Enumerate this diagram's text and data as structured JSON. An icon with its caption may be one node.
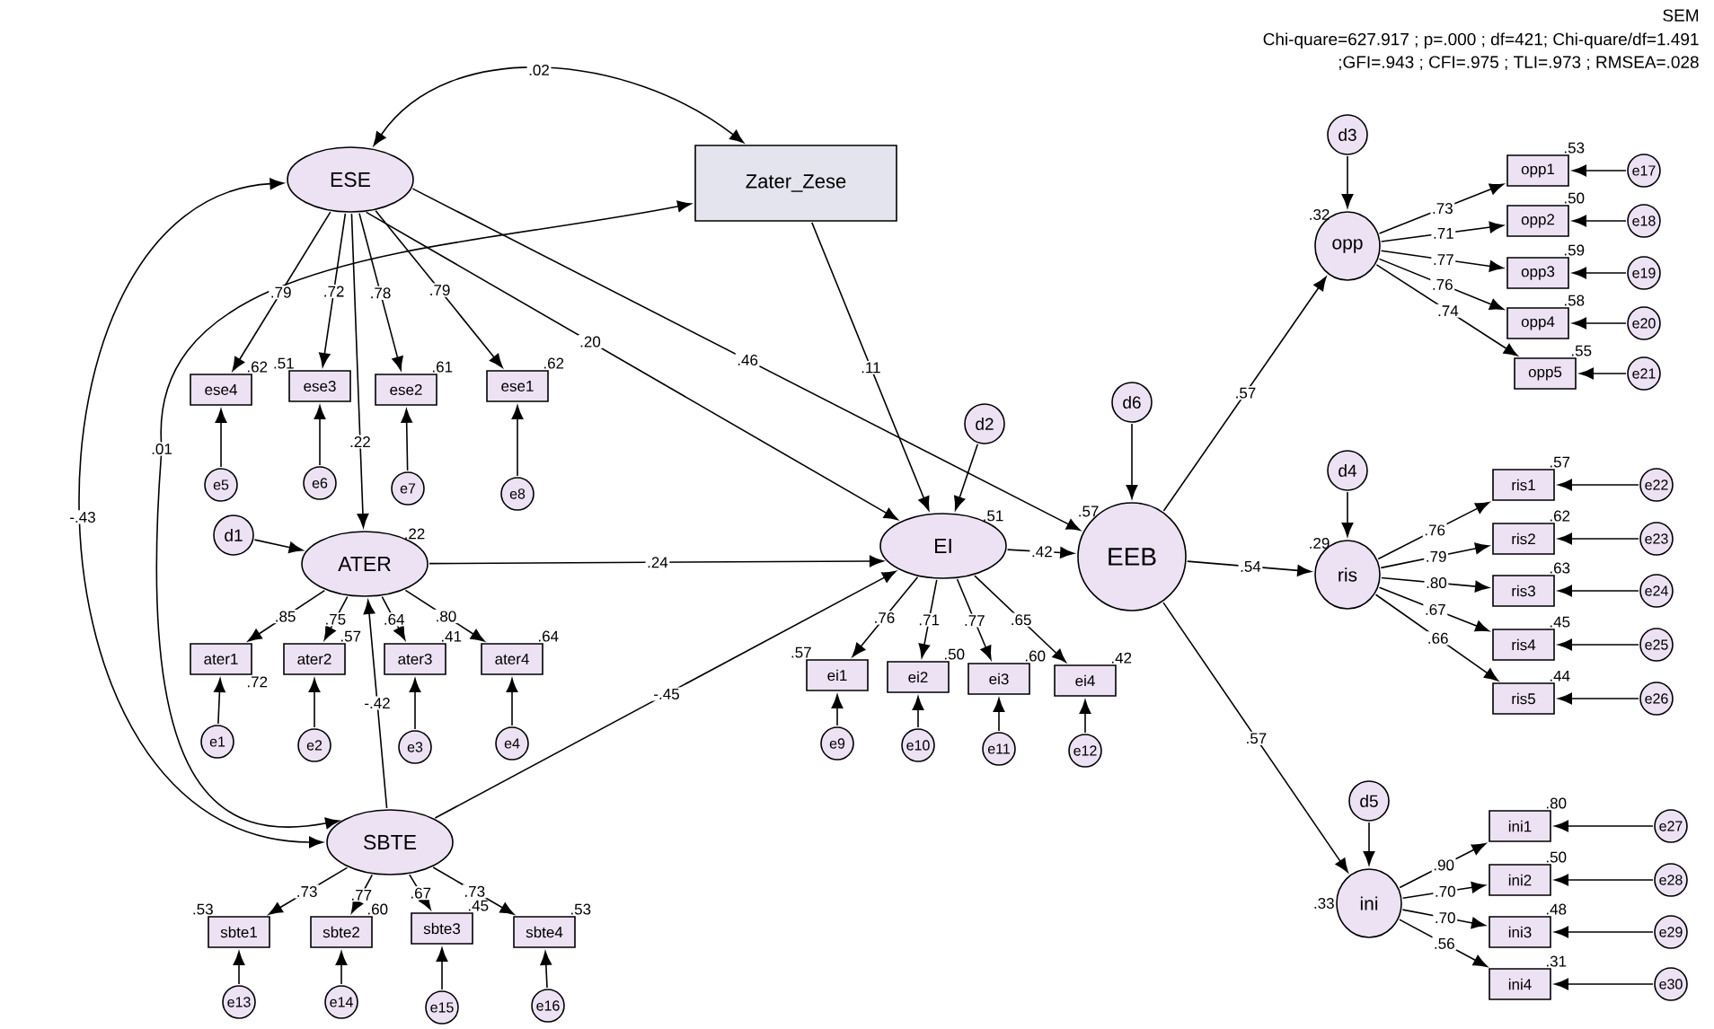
{
  "diagram": {
    "title": "SEM",
    "labels": [
      "Chi-quare=627.917 ; p=.000 ; df=421; Chi-quare/df=1.491",
      ";GFI=.943 ; CFI=.975 ; TLI=.973 ; RMSEA=.028"
    ],
    "nodes": [
      {
        "text": [
          "ESE"
        ]
      },
      {
        "text": [
          "Zater_Zese"
        ]
      },
      {
        "text": [
          "ese4"
        ],
        "beside": [
          ".62"
        ]
      },
      {
        "text": [
          "ese3"
        ],
        "beside": [
          ".51"
        ]
      },
      {
        "text": [
          "ese2"
        ],
        "beside": [
          ".61"
        ]
      },
      {
        "text": [
          "ese1"
        ],
        "beside": [
          ".62"
        ]
      },
      {
        "text": [
          "e5"
        ]
      },
      {
        "text": [
          "e6"
        ]
      },
      {
        "text": [
          "e7"
        ]
      },
      {
        "text": [
          "e8"
        ]
      },
      {
        "text": [
          "d1"
        ]
      },
      {
        "text": [
          "ATER"
        ],
        "beside": [
          ".22"
        ]
      },
      {
        "text": [
          "ater1"
        ],
        "beside": [
          ".72"
        ]
      },
      {
        "text": [
          "ater2"
        ],
        "beside": [
          ".57"
        ]
      },
      {
        "text": [
          "ater3"
        ],
        "beside": [
          ".41"
        ]
      },
      {
        "text": [
          "ater4"
        ],
        "beside": [
          ".64"
        ]
      },
      {
        "text": [
          "e1"
        ]
      },
      {
        "text": [
          "e2"
        ]
      },
      {
        "text": [
          "e3"
        ]
      },
      {
        "text": [
          "e4"
        ]
      },
      {
        "text": [
          "SBTE"
        ]
      },
      {
        "text": [
          "sbte1"
        ],
        "beside": [
          ".53"
        ]
      },
      {
        "text": [
          "sbte2"
        ],
        "beside": [
          ".60"
        ]
      },
      {
        "text": [
          "sbte3"
        ],
        "beside": [
          ".45"
        ]
      },
      {
        "text": [
          "sbte4"
        ],
        "beside": [
          ".53"
        ]
      },
      {
        "text": [
          "e13"
        ]
      },
      {
        "text": [
          "e14"
        ]
      },
      {
        "text": [
          "e15"
        ]
      },
      {
        "text": [
          "e16"
        ]
      },
      {
        "text": [
          "d2"
        ]
      },
      {
        "text": [
          "EI"
        ],
        "beside": [
          ".51"
        ]
      },
      {
        "text": [
          "ei1"
        ],
        "beside": [
          ".57"
        ]
      },
      {
        "text": [
          "ei2"
        ],
        "beside": [
          ".50"
        ]
      },
      {
        "text": [
          "ei3"
        ],
        "beside": [
          ".60"
        ]
      },
      {
        "text": [
          "ei4"
        ],
        "beside": [
          ".42"
        ]
      },
      {
        "text": [
          "e9"
        ]
      },
      {
        "text": [
          "e10"
        ]
      },
      {
        "text": [
          "e11"
        ]
      },
      {
        "text": [
          "e12"
        ]
      },
      {
        "text": [
          "d6"
        ]
      },
      {
        "text": [
          "EEB"
        ],
        "beside": [
          ".57"
        ]
      },
      {
        "text": [
          "d3"
        ]
      },
      {
        "text": [
          "opp"
        ],
        "beside": [
          ".32"
        ]
      },
      {
        "text": [
          "opp1"
        ],
        "beside": [
          ".53"
        ]
      },
      {
        "text": [
          "opp2"
        ],
        "beside": [
          ".50"
        ]
      },
      {
        "text": [
          "opp3"
        ],
        "beside": [
          ".59"
        ]
      },
      {
        "text": [
          "opp4"
        ],
        "beside": [
          ".58"
        ]
      },
      {
        "text": [
          "opp5"
        ],
        "beside": [
          ".55"
        ]
      },
      {
        "text": [
          "e17"
        ]
      },
      {
        "text": [
          "e18"
        ]
      },
      {
        "text": [
          "e19"
        ]
      },
      {
        "text": [
          "e20"
        ]
      },
      {
        "text": [
          "e21"
        ]
      },
      {
        "text": [
          "d4"
        ]
      },
      {
        "text": [
          "ris"
        ],
        "beside": [
          ".29"
        ]
      },
      {
        "text": [
          "ris1"
        ],
        "beside": [
          ".57"
        ]
      },
      {
        "text": [
          "ris2"
        ],
        "beside": [
          ".62"
        ]
      },
      {
        "text": [
          "ris3"
        ],
        "beside": [
          ".63"
        ]
      },
      {
        "text": [
          "ris4"
        ],
        "beside": [
          ".45"
        ]
      },
      {
        "text": [
          "ris5"
        ],
        "beside": [
          ".44"
        ]
      },
      {
        "text": [
          "e22"
        ]
      },
      {
        "text": [
          "e23"
        ]
      },
      {
        "text": [
          "e24"
        ]
      },
      {
        "text": [
          "e25"
        ]
      },
      {
        "text": [
          "e26"
        ]
      },
      {
        "text": [
          "d5"
        ]
      },
      {
        "text": [
          "ini"
        ],
        "beside": [
          ".33"
        ]
      },
      {
        "text": [
          "ini1"
        ],
        "beside": [
          ".80"
        ]
      },
      {
        "text": [
          "ini2"
        ],
        "beside": [
          ".50"
        ]
      },
      {
        "text": [
          "ini3"
        ],
        "beside": [
          ".48"
        ]
      },
      {
        "text": [
          "ini4"
        ],
        "beside": [
          ".31"
        ]
      },
      {
        "text": [
          "e27"
        ]
      },
      {
        "text": [
          "e28"
        ]
      },
      {
        "text": [
          "e29"
        ]
      },
      {
        "text": [
          "e30"
        ]
      }
    ],
    "edges": [
      {
        "from": 0,
        "to": 1,
        "arrow": "both",
        "label": ".02"
      },
      {
        "from": 0,
        "to": 2,
        "arrow": "to",
        "label": ".79"
      },
      {
        "from": 0,
        "to": 3,
        "arrow": "to",
        "label": ".72"
      },
      {
        "from": 0,
        "to": 4,
        "arrow": "to",
        "label": ".78"
      },
      {
        "from": 0,
        "to": 5,
        "arrow": "to",
        "label": ".79"
      },
      {
        "from": 6,
        "to": 2,
        "arrow": "to"
      },
      {
        "from": 7,
        "to": 3,
        "arrow": "to"
      },
      {
        "from": 8,
        "to": 4,
        "arrow": "to"
      },
      {
        "from": 9,
        "to": 5,
        "arrow": "to"
      },
      {
        "from": 0,
        "to": 11,
        "arrow": "to",
        "label": ".22"
      },
      {
        "from": 0,
        "to": 30,
        "arrow": "to",
        "label": ".20"
      },
      {
        "from": 0,
        "to": 40,
        "arrow": "to",
        "label": ".46"
      },
      {
        "from": 1,
        "to": 30,
        "arrow": "to",
        "label": ".11"
      },
      {
        "from": 1,
        "to": 20,
        "arrow": "both",
        "label": ".01"
      },
      {
        "from": 0,
        "to": 20,
        "arrow": "both",
        "label": "-.43"
      },
      {
        "from": 10,
        "to": 11,
        "arrow": "to"
      },
      {
        "from": 11,
        "to": 12,
        "arrow": "to",
        "label": ".85"
      },
      {
        "from": 11,
        "to": 13,
        "arrow": "to",
        "label": ".75"
      },
      {
        "from": 11,
        "to": 14,
        "arrow": "to",
        "label": ".64"
      },
      {
        "from": 11,
        "to": 15,
        "arrow": "to",
        "label": ".80"
      },
      {
        "from": 16,
        "to": 12,
        "arrow": "to"
      },
      {
        "from": 17,
        "to": 13,
        "arrow": "to"
      },
      {
        "from": 18,
        "to": 14,
        "arrow": "to"
      },
      {
        "from": 19,
        "to": 15,
        "arrow": "to"
      },
      {
        "from": 20,
        "to": 11,
        "arrow": "to",
        "label": "-.42"
      },
      {
        "from": 11,
        "to": 30,
        "arrow": "to",
        "label": ".24"
      },
      {
        "from": 20,
        "to": 30,
        "arrow": "to",
        "label": "-.45"
      },
      {
        "from": 20,
        "to": 21,
        "arrow": "to",
        "label": ".73"
      },
      {
        "from": 20,
        "to": 22,
        "arrow": "to",
        "label": ".77"
      },
      {
        "from": 20,
        "to": 23,
        "arrow": "to",
        "label": ".67"
      },
      {
        "from": 20,
        "to": 24,
        "arrow": "to",
        "label": ".73"
      },
      {
        "from": 25,
        "to": 21,
        "arrow": "to"
      },
      {
        "from": 26,
        "to": 22,
        "arrow": "to"
      },
      {
        "from": 27,
        "to": 23,
        "arrow": "to"
      },
      {
        "from": 28,
        "to": 24,
        "arrow": "to"
      },
      {
        "from": 29,
        "to": 30,
        "arrow": "to"
      },
      {
        "from": 30,
        "to": 31,
        "arrow": "to",
        "label": ".76"
      },
      {
        "from": 30,
        "to": 32,
        "arrow": "to",
        "label": ".71"
      },
      {
        "from": 30,
        "to": 33,
        "arrow": "to",
        "label": ".77"
      },
      {
        "from": 30,
        "to": 34,
        "arrow": "to",
        "label": ".65"
      },
      {
        "from": 35,
        "to": 31,
        "arrow": "to"
      },
      {
        "from": 36,
        "to": 32,
        "arrow": "to"
      },
      {
        "from": 37,
        "to": 33,
        "arrow": "to"
      },
      {
        "from": 38,
        "to": 34,
        "arrow": "to"
      },
      {
        "from": 30,
        "to": 40,
        "arrow": "to",
        "label": ".42"
      },
      {
        "from": 39,
        "to": 40,
        "arrow": "to"
      },
      {
        "from": 40,
        "to": 42,
        "arrow": "to",
        "label": ".57"
      },
      {
        "from": 40,
        "to": 54,
        "arrow": "to",
        "label": ".54"
      },
      {
        "from": 40,
        "to": 66,
        "arrow": "to",
        "label": ".57"
      },
      {
        "from": 41,
        "to": 42,
        "arrow": "to"
      },
      {
        "from": 42,
        "to": 43,
        "arrow": "to",
        "label": ".73"
      },
      {
        "from": 42,
        "to": 44,
        "arrow": "to",
        "label": ".71"
      },
      {
        "from": 42,
        "to": 45,
        "arrow": "to",
        "label": ".77"
      },
      {
        "from": 42,
        "to": 46,
        "arrow": "to",
        "label": ".76"
      },
      {
        "from": 42,
        "to": 47,
        "arrow": "to",
        "label": ".74"
      },
      {
        "from": 48,
        "to": 43,
        "arrow": "to"
      },
      {
        "from": 49,
        "to": 44,
        "arrow": "to"
      },
      {
        "from": 50,
        "to": 45,
        "arrow": "to"
      },
      {
        "from": 51,
        "to": 46,
        "arrow": "to"
      },
      {
        "from": 52,
        "to": 47,
        "arrow": "to"
      },
      {
        "from": 53,
        "to": 54,
        "arrow": "to"
      },
      {
        "from": 54,
        "to": 55,
        "arrow": "to",
        "label": ".76"
      },
      {
        "from": 54,
        "to": 56,
        "arrow": "to",
        "label": ".79"
      },
      {
        "from": 54,
        "to": 57,
        "arrow": "to",
        "label": ".80"
      },
      {
        "from": 54,
        "to": 58,
        "arrow": "to",
        "label": ".67"
      },
      {
        "from": 54,
        "to": 59,
        "arrow": "to",
        "label": ".66"
      },
      {
        "from": 60,
        "to": 55,
        "arrow": "to"
      },
      {
        "from": 61,
        "to": 56,
        "arrow": "to"
      },
      {
        "from": 62,
        "to": 57,
        "arrow": "to"
      },
      {
        "from": 63,
        "to": 58,
        "arrow": "to"
      },
      {
        "from": 64,
        "to": 59,
        "arrow": "to"
      },
      {
        "from": 65,
        "to": 66,
        "arrow": "to"
      },
      {
        "from": 66,
        "to": 67,
        "arrow": "to",
        "label": ".90"
      },
      {
        "from": 66,
        "to": 68,
        "arrow": "to",
        "label": ".70"
      },
      {
        "from": 66,
        "to": 69,
        "arrow": "to",
        "label": ".70"
      },
      {
        "from": 66,
        "to": 70,
        "arrow": "to",
        "label": ".56"
      },
      {
        "from": 71,
        "to": 67,
        "arrow": "to"
      },
      {
        "from": 72,
        "to": 68,
        "arrow": "to"
      },
      {
        "from": 73,
        "to": 69,
        "arrow": "to"
      },
      {
        "from": 74,
        "to": 70,
        "arrow": "to"
      }
    ]
  }
}
